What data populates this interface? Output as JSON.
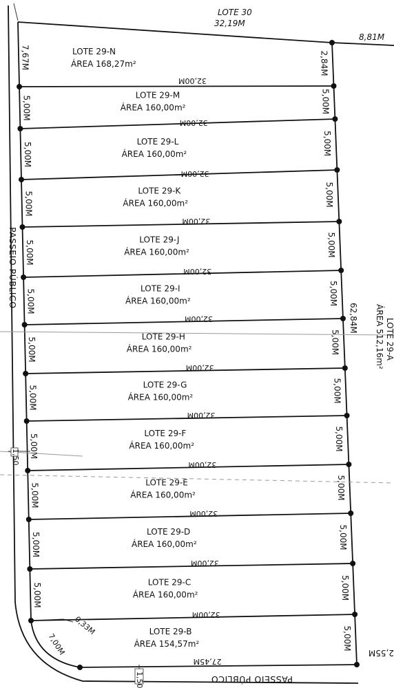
{
  "lote30": {
    "name": "LOTE 30",
    "front": "32,19M"
  },
  "top_right_dim": "8,81M",
  "lots": [
    {
      "name": "LOTE 29-N",
      "area": "ÁREA 168,27m²",
      "depth": "32,00M",
      "left": "7,67M",
      "right": "2,84M"
    },
    {
      "name": "LOTE 29-M",
      "area": "ÁREA 160,00m²",
      "depth": "32,00M",
      "left": "5,00M",
      "right": "5,00M"
    },
    {
      "name": "LOTE 29-L",
      "area": "ÁREA 160,00m²",
      "depth": "32,00M",
      "left": "5,00M",
      "right": "5,00M"
    },
    {
      "name": "LOTE 29-K",
      "area": "ÁREA 160,00m²",
      "depth": "32,00M",
      "left": "5,00M",
      "right": "5,00M"
    },
    {
      "name": "LOTE 29-J",
      "area": "ÁREA 160,00m²",
      "depth": "32,00M",
      "left": "5,00M",
      "right": "5,00M"
    },
    {
      "name": "LOTE 29-I",
      "area": "ÁREA 160,00m²",
      "depth": "32,00M",
      "left": "5,00M",
      "right": "5,00M"
    },
    {
      "name": "LOTE 29-H",
      "area": "ÁREA 160,00m²",
      "depth": "32,00M",
      "left": "5,00M",
      "right": "5,00M"
    },
    {
      "name": "LOTE 29-G",
      "area": "ÁREA 160,00m²",
      "depth": "32,00M",
      "left": "5,00M",
      "right": "5,00M"
    },
    {
      "name": "LOTE 29-F",
      "area": "ÁREA 160,00m²",
      "depth": "32,00M",
      "left": "5,00M",
      "right": "5,00M"
    },
    {
      "name": "LOTE 29-E",
      "area": "ÁREA 160,00m²",
      "depth": "32,00M",
      "left": "5,00M",
      "right": "5,00M"
    },
    {
      "name": "LOTE 29-D",
      "area": "ÁREA 160,00m²",
      "depth": "32,00M",
      "left": "5,00M",
      "right": "5,00M"
    },
    {
      "name": "LOTE 29-C",
      "area": "ÁREA 160,00m²",
      "depth": "32,00M",
      "left": "5,00M",
      "right": "5,00M"
    },
    {
      "name": "LOTE 29-B",
      "area": "ÁREA 154,57m²",
      "depth": "27,45M",
      "left": "",
      "right": "5,00M"
    }
  ],
  "corner": {
    "radius": "7,00M",
    "offset": "0,33M"
  },
  "passeio_left": "PASSEIO PÚBLICO",
  "passeio_bottom": "PASSEIO PÚBLICO",
  "passeio_width": "1,50",
  "lote29a": {
    "name": "LOTE 29-A",
    "area": "ÁREA 512,16m²",
    "depth": "62,84M"
  },
  "bottom_right_dim": "2,55M"
}
